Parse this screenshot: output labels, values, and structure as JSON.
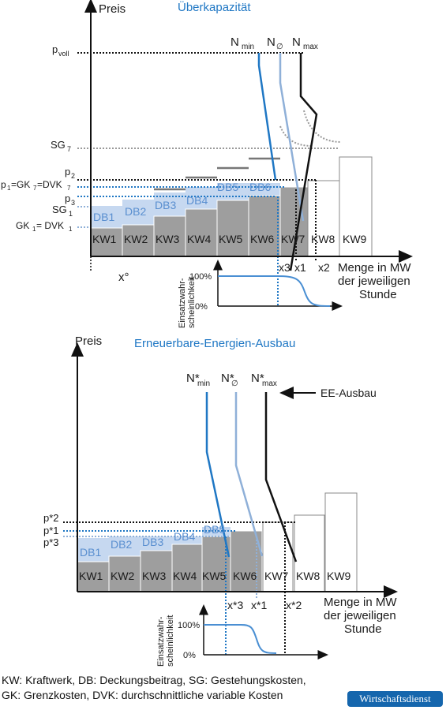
{
  "top": {
    "y_axis": "Preis",
    "title": "Überkapazität",
    "n_labels": [
      "N",
      "N",
      "N"
    ],
    "n_subs": [
      "min",
      "∅",
      "max"
    ],
    "p_voll": "p",
    "p_voll_sub": "voll",
    "sg7": "SG",
    "sg7_sub": "7",
    "p2": "p",
    "p2_sub": "2",
    "p1_eq": "p",
    "p1_eq_rest": "=GK",
    "p1_eq_tail": "=DVK",
    "p3": "p",
    "p3_sub": "3",
    "sg1": "SG",
    "sg1_sub": "1",
    "gk1": "GK",
    "gk1_rest": "= DVK",
    "kw": [
      "KW1",
      "KW2",
      "KW3",
      "KW4",
      "KW5",
      "KW6",
      "KW7",
      "KW8",
      "KW9"
    ],
    "db": [
      "DB1",
      "DB2",
      "DB3",
      "DB4",
      "DB5",
      "DB6"
    ],
    "x_axis": [
      "Menge in MW",
      "der jeweiligen",
      "Stunde"
    ],
    "x_marks": [
      "x°",
      "x3",
      "x1",
      "x2"
    ],
    "prob_axis": [
      "Einsatzwahr-",
      "scheinlichkeit"
    ],
    "prob_ticks": [
      "100%",
      "0%"
    ]
  },
  "bottom": {
    "y_axis": "Preis",
    "title": "Erneuerbare-Energien-Ausbau",
    "n_labels": [
      "N*",
      "N*",
      "N*"
    ],
    "n_subs": [
      "min",
      "∅",
      "max"
    ],
    "ee": "EE-Ausbau",
    "p2": "p*2",
    "p1": "p*1",
    "p3": "p*3",
    "kw": [
      "KW1",
      "KW2",
      "KW3",
      "KW4",
      "KW5",
      "KW6",
      "KW7",
      "KW8",
      "KW9"
    ],
    "db": [
      "DB1",
      "DB2",
      "DB3",
      "DB4",
      "DB5"
    ],
    "x_axis": [
      "Menge in MW",
      "der jeweiligen",
      "Stunde"
    ],
    "x_marks": [
      "x*3",
      "x*1",
      "x*2"
    ],
    "prob_axis": [
      "Einsatzwahr-",
      "scheinlichkeit"
    ],
    "prob_ticks": [
      "100%",
      "0%"
    ]
  },
  "legend": {
    "line1": "KW: Kraftwerk, DB: Deckungsbeitrag, SG: Gestehungskosten,",
    "line2": "GK: Grenzkosten, DVK: durchschnittliche variable Kosten"
  },
  "logo": "Wirtschaftsdienst",
  "colors": {
    "dark_blue": "#1f77c4",
    "light_blue": "#8fb0d8",
    "db_fill": "#c6d8f0",
    "kw_fill": "#9e9e9e"
  }
}
